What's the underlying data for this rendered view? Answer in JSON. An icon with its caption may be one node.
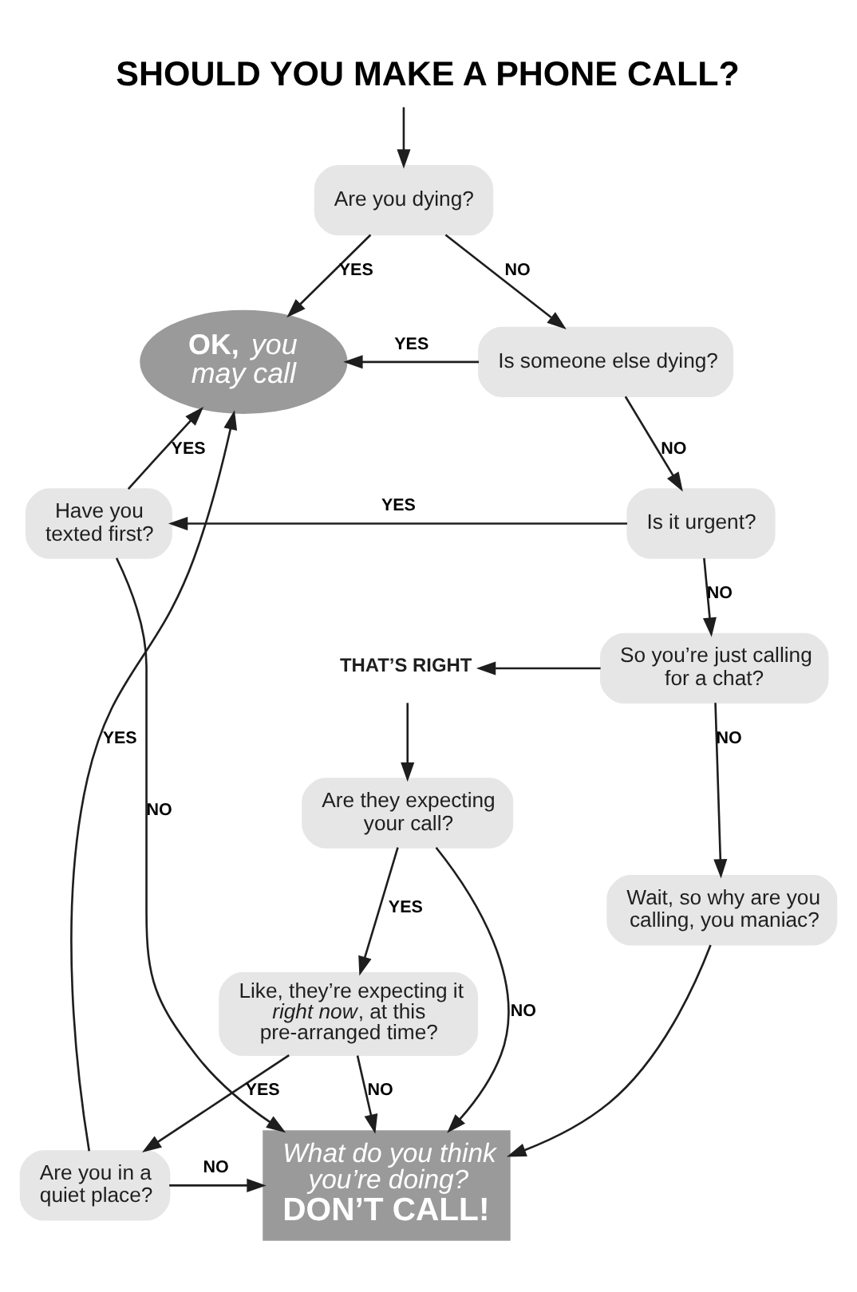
{
  "diagram": {
    "title": "SHOULD YOU MAKE A PHONE CALL?",
    "nodes": [
      {
        "text": [
          "Are you dying?"
        ]
      },
      {
        "text": [
          "Is someone else dying?"
        ]
      },
      {
        "text": [
          "**OK,** *you may call*"
        ]
      },
      {
        "text": [
          "Is it urgent?"
        ]
      },
      {
        "text": [
          "Have you texted first?"
        ]
      },
      {
        "text": [
          "THAT’S RIGHT"
        ]
      },
      {
        "text": [
          "So you’re just calling for a chat?"
        ]
      },
      {
        "text": [
          "Are they expecting your call?"
        ]
      },
      {
        "text": [
          "Wait, so why are you calling, you maniac?"
        ]
      },
      {
        "text": [
          "Like, they’re expecting it *right now*, at this pre-arranged time?"
        ]
      },
      {
        "text": [
          "Are you in a quiet place?"
        ]
      },
      {
        "text": [
          "What do you think you’re doing?",
          "DON’T CALL!"
        ]
      }
    ],
    "edges": [
      {
        "from": null,
        "to": 0,
        "arrow": "to"
      },
      {
        "from": 0,
        "to": 2,
        "arrow": "to",
        "label": "YES"
      },
      {
        "from": 0,
        "to": 1,
        "arrow": "to",
        "label": "NO"
      },
      {
        "from": 1,
        "to": 2,
        "arrow": "to",
        "label": "YES"
      },
      {
        "from": 1,
        "to": 3,
        "arrow": "to",
        "label": "NO"
      },
      {
        "from": 3,
        "to": 4,
        "arrow": "to",
        "label": "YES"
      },
      {
        "from": 3,
        "to": 6,
        "arrow": "to",
        "label": "NO"
      },
      {
        "from": 4,
        "to": 2,
        "arrow": "to",
        "label": "YES"
      },
      {
        "from": 4,
        "to": 11,
        "arrow": "to",
        "label": "NO"
      },
      {
        "from": 6,
        "to": 5,
        "arrow": "to"
      },
      {
        "from": 6,
        "to": 8,
        "arrow": "to",
        "label": "NO"
      },
      {
        "from": 5,
        "to": 7,
        "arrow": "to"
      },
      {
        "from": 7,
        "to": 9,
        "arrow": "to",
        "label": "YES"
      },
      {
        "from": 7,
        "to": 11,
        "arrow": "to",
        "label": "NO"
      },
      {
        "from": 8,
        "to": 11,
        "arrow": "to"
      },
      {
        "from": 9,
        "to": 10,
        "arrow": "to",
        "label": "YES"
      },
      {
        "from": 9,
        "to": 11,
        "arrow": "to",
        "label": "NO"
      },
      {
        "from": 10,
        "to": 2,
        "arrow": "to",
        "label": "YES"
      },
      {
        "from": 10,
        "to": 11,
        "arrow": "to",
        "label": "NO"
      }
    ]
  }
}
